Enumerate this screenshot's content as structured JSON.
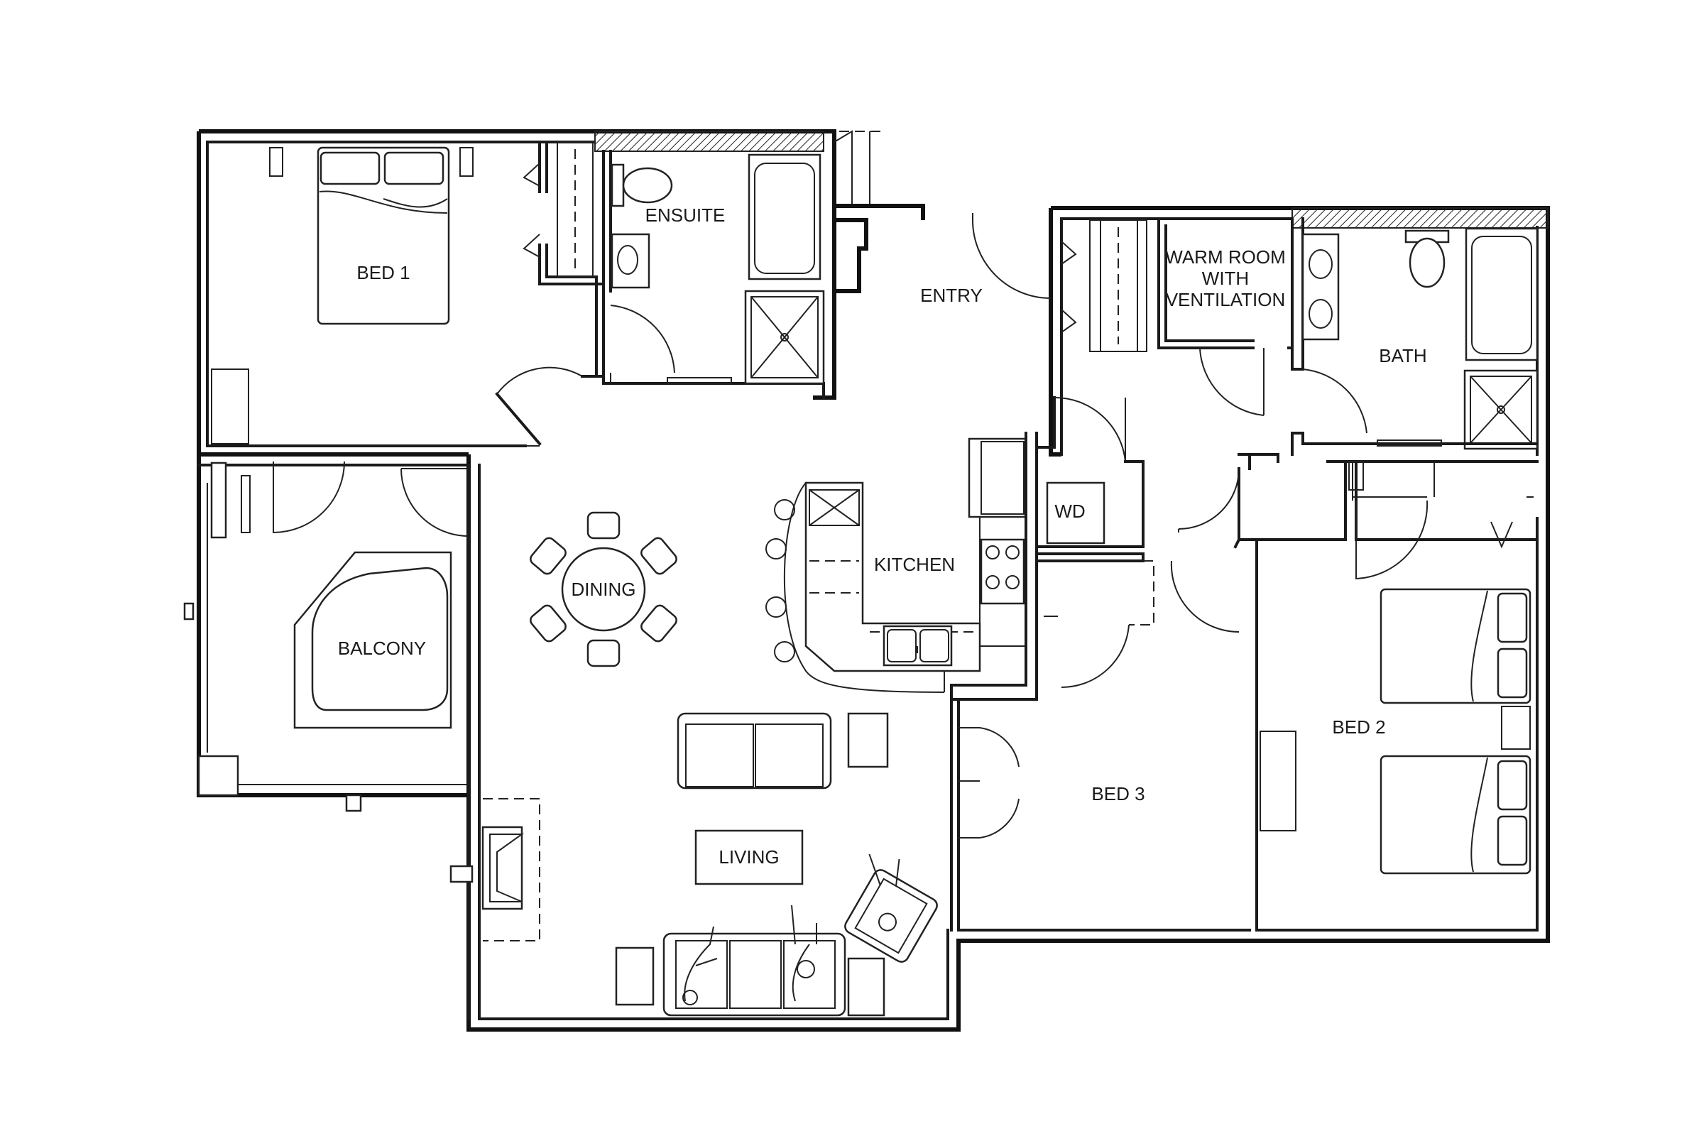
{
  "plan": {
    "rooms": {
      "bed1": "BED 1",
      "ensuite": "ENSUITE",
      "entry": "ENTRY",
      "warm_room_line1": "WARM ROOM",
      "warm_room_line2": "WITH",
      "warm_room_line3": "VENTILATION",
      "bath": "BATH",
      "wd": "WD",
      "kitchen": "KITCHEN",
      "dining": "DINING",
      "balcony": "BALCONY",
      "living": "LIVING",
      "bed3": "BED 3",
      "bed2": "BED 2"
    }
  }
}
